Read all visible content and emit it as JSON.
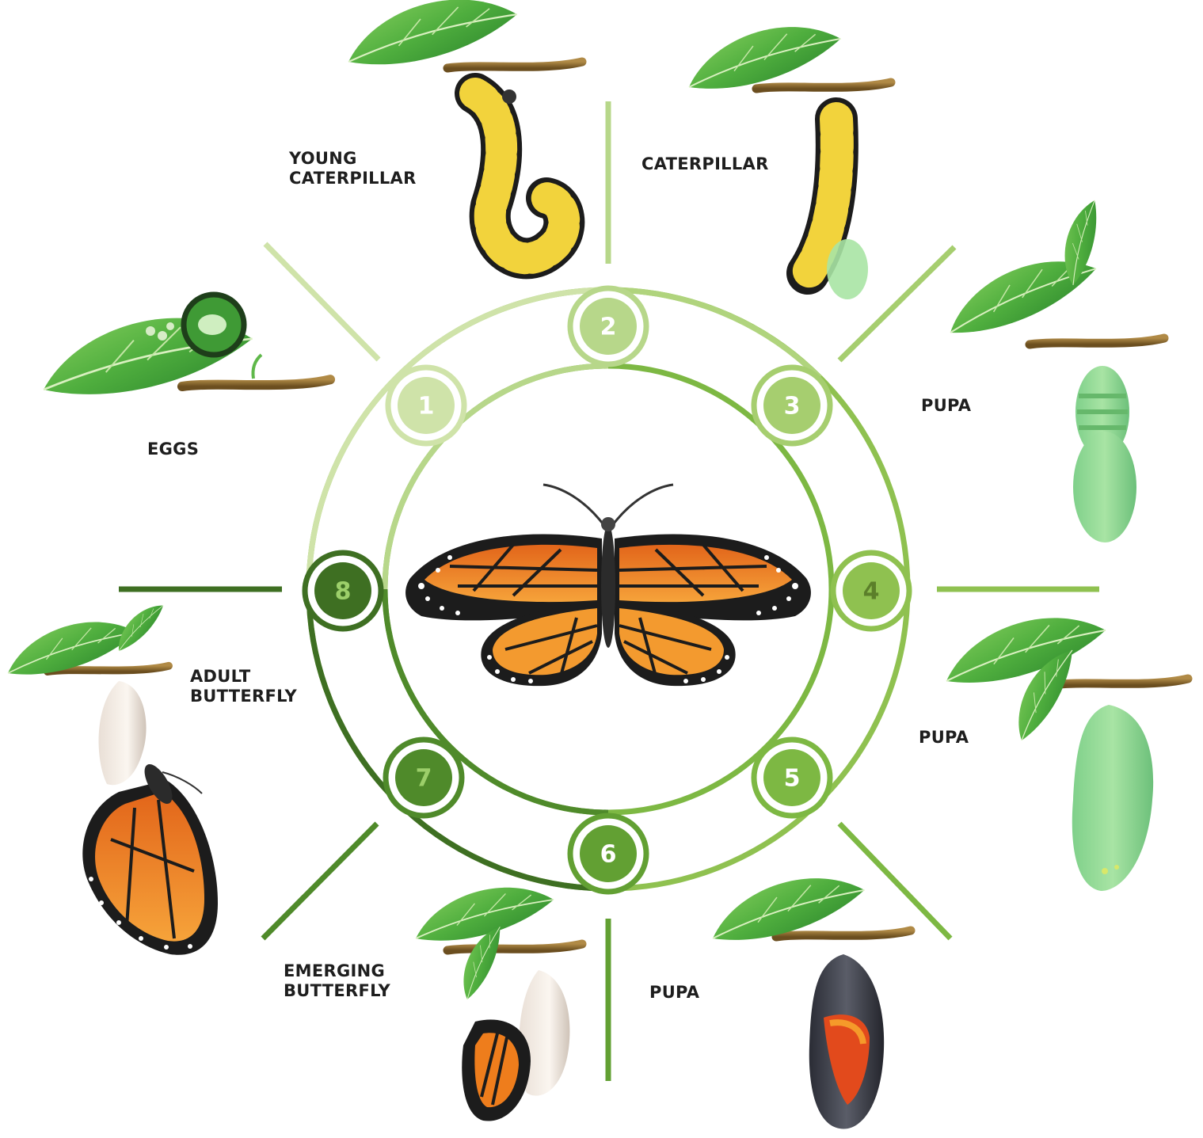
{
  "stages": [
    {
      "number": "1",
      "label_lines": [
        "EGGS"
      ],
      "illustration": "leaf-with-eggs-magnified",
      "circle_color": "#cfe3a9",
      "text_color": "#ffffff"
    },
    {
      "number": "2",
      "label_lines": [
        "YOUNG",
        "CATERPILLAR"
      ],
      "illustration": "hanging-young-caterpillar",
      "circle_color": "#b7d78a",
      "text_color": "#ffffff"
    },
    {
      "number": "3",
      "label_lines": [
        "CATERPILLAR"
      ],
      "illustration": "hanging-caterpillar-j-shape",
      "circle_color": "#a6ce6f",
      "text_color": "#ffffff"
    },
    {
      "number": "4",
      "label_lines": [
        "PUPA"
      ],
      "illustration": "green-chrysalis-forming",
      "circle_color": "#8fc150",
      "text_color": "#5b7f2a"
    },
    {
      "number": "5",
      "label_lines": [
        "PUPA"
      ],
      "illustration": "green-chrysalis",
      "circle_color": "#7db843",
      "text_color": "#ffffff"
    },
    {
      "number": "6",
      "label_lines": [
        "PUPA"
      ],
      "illustration": "dark-chrysalis-with-visible-wings",
      "circle_color": "#62a033",
      "text_color": "#ffffff"
    },
    {
      "number": "7",
      "label_lines": [
        "EMERGING",
        "BUTTERFLY"
      ],
      "illustration": "butterfly-emerging-from-chrysalis",
      "circle_color": "#4f8a2a",
      "text_color": "#9ccf6a"
    },
    {
      "number": "8",
      "label_lines": [
        "ADULT",
        "BUTTERFLY"
      ],
      "illustration": "adult-butterfly-hanging",
      "circle_color": "#3e6f22",
      "text_color": "#9ccf6a"
    }
  ],
  "center_illustration": "monarch-butterfly",
  "colors": {
    "leaf": "#5fb84a",
    "leaf_dark": "#3f9a35",
    "stem": "#8a6a2e",
    "caterpillar_yellow": "#f2d33c",
    "wing_orange": "#ee7d1c",
    "wing_black": "#1c1c1c"
  }
}
